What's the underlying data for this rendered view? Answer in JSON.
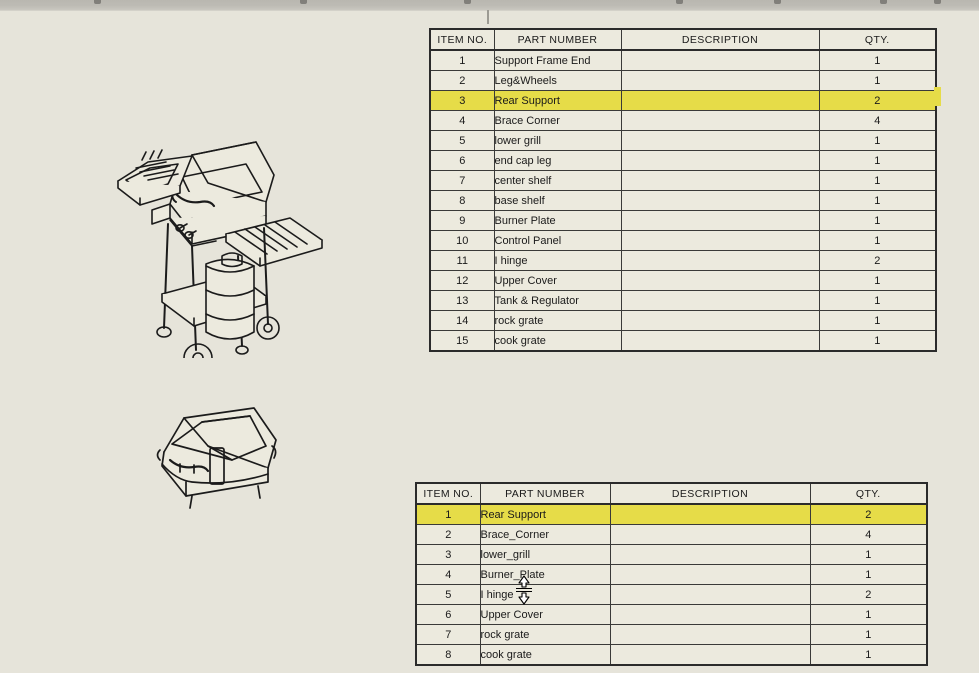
{
  "app": {
    "background_color": "#e6e4da",
    "table_fill_color": "#eceade",
    "highlight_color": "#e6dc48",
    "line_color": "#2b2b2b"
  },
  "toolbar": {
    "icon_names": [
      "toolbar-icon",
      "toolbar-icon",
      "toolbar-icon",
      "toolbar-icon",
      "toolbar-icon",
      "toolbar-icon",
      "toolbar-icon",
      "toolbar-icon"
    ]
  },
  "cursor": {
    "type": "row-resize-cursor"
  },
  "illustrations": [
    {
      "name": "bbq-grill-assembly-drawing"
    },
    {
      "name": "grill-upper-cover-drawing"
    }
  ],
  "tables": [
    {
      "name": "bill-of-materials-full",
      "headers": [
        "ITEM NO.",
        "PART NUMBER",
        "DESCRIPTION",
        "QTY."
      ],
      "highlighted_row_index": 2,
      "rows": [
        {
          "item": "1",
          "part": "Support Frame End",
          "description": "",
          "qty": "1"
        },
        {
          "item": "2",
          "part": "Leg&Wheels",
          "description": "",
          "qty": "1"
        },
        {
          "item": "3",
          "part": "Rear Support",
          "description": "",
          "qty": "2"
        },
        {
          "item": "4",
          "part": "Brace Corner",
          "description": "",
          "qty": "4"
        },
        {
          "item": "5",
          "part": "lower grill",
          "description": "",
          "qty": "1"
        },
        {
          "item": "6",
          "part": "end cap leg",
          "description": "",
          "qty": "1"
        },
        {
          "item": "7",
          "part": "center shelf",
          "description": "",
          "qty": "1"
        },
        {
          "item": "8",
          "part": "base shelf",
          "description": "",
          "qty": "1"
        },
        {
          "item": "9",
          "part": "Burner Plate",
          "description": "",
          "qty": "1"
        },
        {
          "item": "10",
          "part": "Control Panel",
          "description": "",
          "qty": "1"
        },
        {
          "item": "11",
          "part": "I hinge",
          "description": "",
          "qty": "2"
        },
        {
          "item": "12",
          "part": "Upper Cover",
          "description": "",
          "qty": "1"
        },
        {
          "item": "13",
          "part": "Tank & Regulator",
          "description": "",
          "qty": "1"
        },
        {
          "item": "14",
          "part": "rock grate",
          "description": "",
          "qty": "1"
        },
        {
          "item": "15",
          "part": "cook grate",
          "description": "",
          "qty": "1"
        }
      ]
    },
    {
      "name": "bill-of-materials-subset",
      "headers": [
        "ITEM NO.",
        "PART NUMBER",
        "DESCRIPTION",
        "QTY."
      ],
      "highlighted_row_index": 0,
      "rows": [
        {
          "item": "1",
          "part": "Rear Support",
          "description": "",
          "qty": "2"
        },
        {
          "item": "2",
          "part": "Brace_Corner",
          "description": "",
          "qty": "4"
        },
        {
          "item": "3",
          "part": "lower_grill",
          "description": "",
          "qty": "1"
        },
        {
          "item": "4",
          "part": "Burner_Plate",
          "description": "",
          "qty": "1"
        },
        {
          "item": "5",
          "part": "I hinge",
          "description": "",
          "qty": "2"
        },
        {
          "item": "6",
          "part": "Upper Cover",
          "description": "",
          "qty": "1"
        },
        {
          "item": "7",
          "part": "rock grate",
          "description": "",
          "qty": "1"
        },
        {
          "item": "8",
          "part": "cook grate",
          "description": "",
          "qty": "1"
        }
      ]
    }
  ]
}
